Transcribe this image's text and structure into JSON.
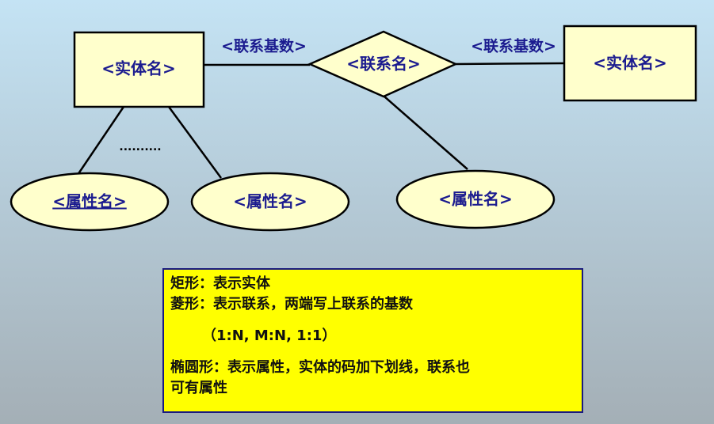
{
  "nodes": {
    "entity_left": "<实体名>",
    "entity_right": "<实体名>",
    "relationship": "<联系名>",
    "attr_key": "<属性名>",
    "attr_mid": "<属性名>",
    "attr_rel": "<属性名>"
  },
  "cardinality_left": "<联系基数>",
  "cardinality_right": "<联系基数>",
  "ellipsis": "..........",
  "legend": {
    "line1": "矩形：表示实体",
    "line2": "菱形：表示联系，两端写上联系的基数",
    "line3": "（1:N, M:N, 1:1）",
    "line4": "椭圆形：表示属性，实体的码加下划线，联系也",
    "line5": "可有属性"
  },
  "colors": {
    "shape_fill": "#ffffcc",
    "label_text": "#1b1b8f",
    "legend_fill": "#ffff00",
    "legend_border": "#1a1a80"
  }
}
